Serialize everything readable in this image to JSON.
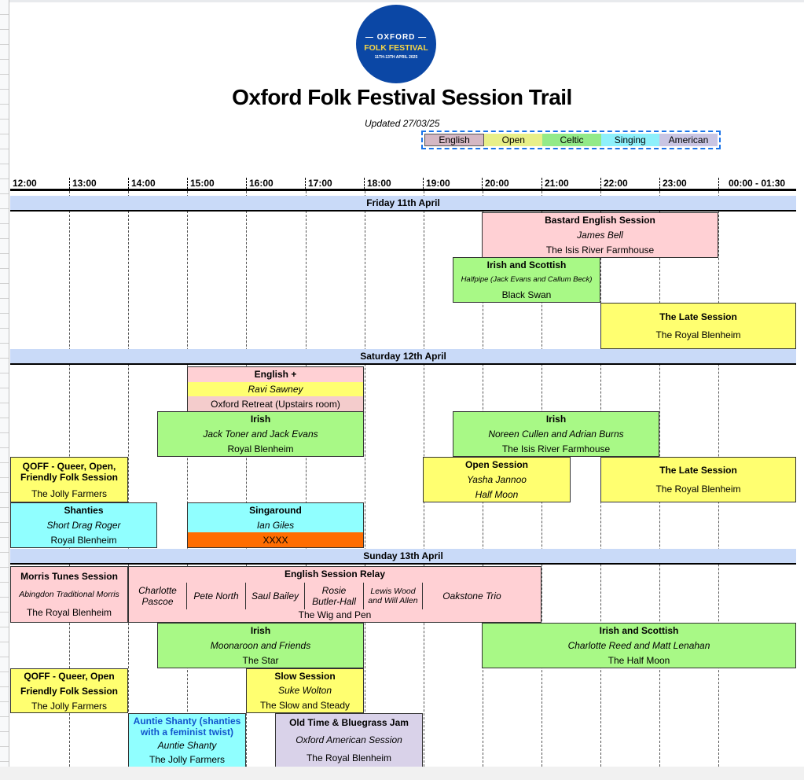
{
  "logo": {
    "line1": "— OXFORD —",
    "line2": "FOLK FESTIVAL",
    "line3": "11TH-13TH APRIL 2025"
  },
  "title": "Oxford Folk Festival Session Trail",
  "updated": "Updated 27/03/25",
  "legend": [
    {
      "label": "English",
      "color": "#d5b8c4"
    },
    {
      "label": "Open",
      "color": "#e8ef88"
    },
    {
      "label": "Celtic",
      "color": "#93ea88"
    },
    {
      "label": "Singing",
      "color": "#8ef0fb"
    },
    {
      "label": "American",
      "color": "#c9c5e3"
    }
  ],
  "hours": [
    "12:00",
    "13:00",
    "14:00",
    "15:00",
    "16:00",
    "17:00",
    "18:00",
    "19:00",
    "20:00",
    "21:00",
    "22:00",
    "23:00",
    "00:00 - 01:30"
  ],
  "days": [
    "Friday 11th April",
    "Saturday 12th April",
    "Sunday 13th April"
  ],
  "friday": [
    {
      "title": "Bastard English Session",
      "host": "James Bell",
      "venue": "The Isis River Farmhouse"
    },
    {
      "title": "Irish and Scottish",
      "host": "Halfpipe (Jack Evans and Callum Beck)",
      "venue": "Black Swan"
    },
    {
      "title": "The Late Session",
      "venue": "The Royal Blenheim"
    }
  ],
  "saturday": [
    {
      "title": "English +",
      "host": "Ravi Sawney",
      "venue": "Oxford Retreat (Upstairs room)"
    },
    {
      "title": "Irish",
      "host": "Jack Toner and Jack Evans",
      "venue": "Royal Blenheim"
    },
    {
      "title": "Irish",
      "host": "Noreen Cullen and Adrian Burns",
      "venue": "The Isis River Farmhouse"
    },
    {
      "title": "QOFF - Queer, Open, Friendly Folk Session",
      "venue": "The Jolly Farmers"
    },
    {
      "title": "Open Session",
      "host": "Yasha Jannoo",
      "venue": "Half Moon"
    },
    {
      "title": "The Late Session",
      "venue": "The Royal Blenheim"
    },
    {
      "title": "Shanties",
      "host": "Short Drag Roger",
      "venue": "Royal Blenheim"
    },
    {
      "title": "Singaround",
      "host": "Ian Giles",
      "venue": "XXXX"
    }
  ],
  "sunday": [
    {
      "title": "Morris Tunes Session",
      "host": "Abingdon Traditional Morris",
      "venue": "The Royal Blenheim"
    },
    {
      "title": "English Session Relay",
      "hosts": [
        "Charlotte Pascoe",
        "Pete North",
        "Saul Bailey",
        "Rosie Butler-Hall",
        "Lewis Wood and Will Allen",
        "Oakstone Trio"
      ],
      "venue": "The Wig and Pen"
    },
    {
      "title": "Irish",
      "host": "Moonaroon and Friends",
      "venue": "The Star"
    },
    {
      "title": "Irish and Scottish",
      "host": "Charlotte Reed and Matt Lenahan",
      "venue": "The Half Moon"
    },
    {
      "title": "QOFF - Queer, Open Friendly Folk Session",
      "venue": "The Jolly Farmers"
    },
    {
      "title": "Slow Session",
      "host": "Suke Wolton",
      "venue": "The Slow and Steady"
    },
    {
      "title": "Auntie Shanty (shanties with a feminist twist)",
      "host": "Auntie Shanty",
      "venue": "The Jolly Farmers"
    },
    {
      "title": "Old Time & Bluegrass Jam",
      "host": "Oxford American Session",
      "venue": "The Royal Blenheim"
    }
  ],
  "colors": {
    "english": "#ffd0d4",
    "celtic": "#a8f986",
    "open": "#ffff70",
    "singing": "#90ffff",
    "american": "#d9d2e9",
    "tbc": "#ff6d01",
    "day_header": "#c9daf8"
  }
}
